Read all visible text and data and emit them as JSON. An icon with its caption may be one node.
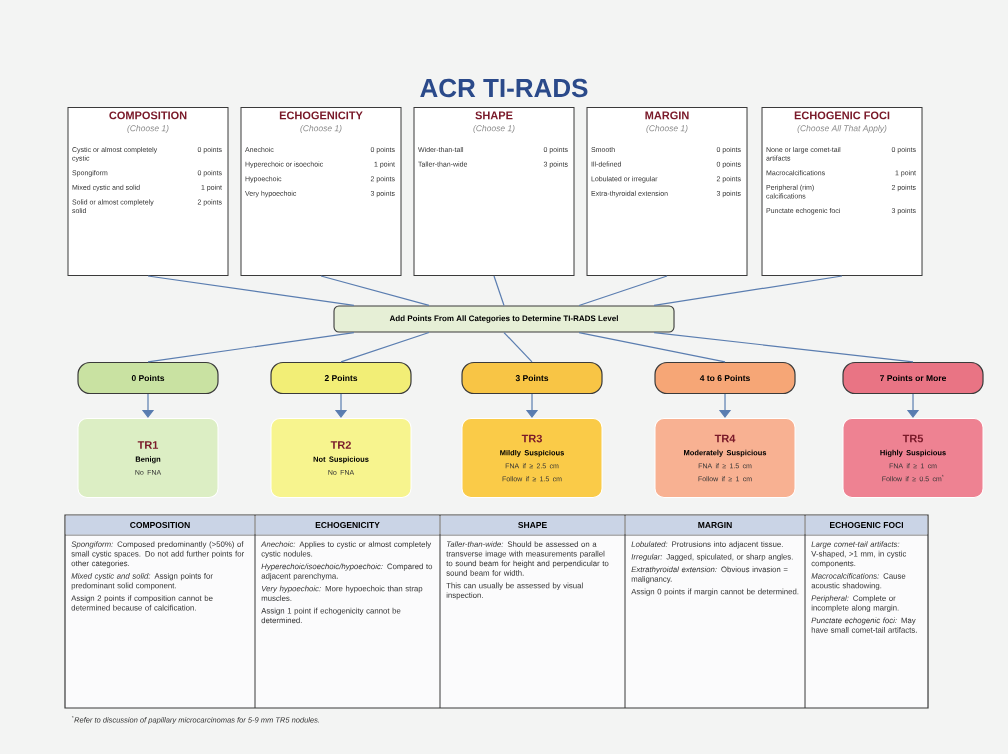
{
  "diagram": {
    "title": "ACR TI-RADS",
    "nodes": [
      {
        "text": [
          "COMPOSITION",
          "(Choose 1)",
          "Cystic or almost completely cystic",
          "0 points",
          "Spongiform",
          "0 points",
          "Mixed cystic and solid",
          "1 point",
          "Solid or almost completely solid",
          "2 points"
        ]
      },
      {
        "text": [
          "ECHOGENICITY",
          "(Choose 1)",
          "Anechoic",
          "0 points",
          "Hyperechoic or isoechoic",
          "1 point",
          "Hypoechoic",
          "2 points",
          "Very hypoechoic",
          "3 points"
        ]
      },
      {
        "text": [
          "SHAPE",
          "(Choose 1)",
          "Wider-than-tall",
          "0 points",
          "Taller-than-wide",
          "3 points"
        ]
      },
      {
        "text": [
          "MARGIN",
          "(Choose 1)",
          "Smooth",
          "0 points",
          "Ill-defined",
          "0 points",
          "Lobulated or irregular",
          "2 points",
          "Extra-thyroidal extension",
          "3 points"
        ]
      },
      {
        "text": [
          "ECHOGENIC FOCI",
          "(Choose All That Apply)",
          "None or large comet-tail artifacts",
          "0 points",
          "Macrocalcifications",
          "1 point",
          "Peripheral (rim) calcifications",
          "2 points",
          "Punctate echogenic foci",
          "3 points"
        ]
      },
      {
        "text": [
          "Add Points From All Categories to Determine TI-RADS Level"
        ]
      },
      {
        "text": [
          "0 Points"
        ]
      },
      {
        "text": [
          "2 Points"
        ]
      },
      {
        "text": [
          "3 Points"
        ]
      },
      {
        "text": [
          "4 to 6 Points"
        ]
      },
      {
        "text": [
          "7 Points or More"
        ]
      },
      {
        "text": [
          "TR1",
          "Benign",
          "No FNA"
        ]
      },
      {
        "text": [
          "TR2",
          "Not Suspicious",
          "No FNA"
        ]
      },
      {
        "text": [
          "TR3",
          "Mildly Suspicious",
          "FNA if ≥ 2.5 cm",
          "Follow if ≥ 1.5 cm"
        ]
      },
      {
        "text": [
          "TR4",
          "Moderately Suspicious",
          "FNA if ≥ 1.5 cm",
          "Follow if ≥ 1 cm"
        ]
      },
      {
        "text": [
          "TR5",
          "Highly Suspicious",
          "FNA if ≥ 1 cm",
          "Follow if ≥ 0.5 cm$^{*}$"
        ]
      }
    ],
    "edges": [
      {
        "from": 0,
        "to": 5,
        "arrow": "none"
      },
      {
        "from": 1,
        "to": 5,
        "arrow": "none"
      },
      {
        "from": 2,
        "to": 5,
        "arrow": "none"
      },
      {
        "from": 3,
        "to": 5,
        "arrow": "none"
      },
      {
        "from": 4,
        "to": 5,
        "arrow": "none"
      },
      {
        "from": 5,
        "to": 6,
        "arrow": "none"
      },
      {
        "from": 5,
        "to": 7,
        "arrow": "none"
      },
      {
        "from": 5,
        "to": 8,
        "arrow": "none"
      },
      {
        "from": 5,
        "to": 9,
        "arrow": "none"
      },
      {
        "from": 5,
        "to": 10,
        "arrow": "none"
      },
      {
        "from": 6,
        "to": 11,
        "arrow": "to",
        "color": "#5a7db0"
      },
      {
        "from": 7,
        "to": 12,
        "arrow": "to",
        "color": "#5a7db0"
      },
      {
        "from": 8,
        "to": 13,
        "arrow": "to",
        "color": "#5a7db0"
      },
      {
        "from": 9,
        "to": 14,
        "arrow": "to",
        "color": "#5a7db0"
      },
      {
        "from": 10,
        "to": 15,
        "arrow": "to",
        "color": "#5a7db0"
      }
    ],
    "labels": [
      "COMPOSITION",
      "ECHOGENICITY",
      "SHAPE",
      "MARGIN",
      "ECHOGENIC FOCI",
      "*Spongiform:* Composed predominantly (>50%) of small cystic spaces. Do not add further points for other categories.",
      "*Mixed cystic and solid:* Assign points for predominant solid component.",
      "Assign 2 points if composition cannot be determined because of calcification.",
      "*Anechoic:* Applies to cystic or almost completely cystic nodules.",
      "*Hyperechoic/isoechoic/hypoechoic:* Compared to adjacent parenchyma.",
      "*Very hypoechoic:* More hypoechoic than strap muscles.",
      "Assign 1 point if echogenicity cannot be determined.",
      "*Taller-than-wide:* Should be assessed on a transverse image with measurements parallel to sound beam for height and perpendicular to sound beam for width.",
      "This can usually be assessed by visual inspection.",
      "*Lobulated:* Protrusions into adjacent tissue.",
      "*Irregular:* Jagged, spiculated, or sharp angles.",
      "*Extrathyroidal extension:* Obvious invasion = malignancy.",
      "Assign 0 points if margin cannot be determined.",
      "*Large comet-tail artifacts:* V-shaped, >1 mm, in cystic components.",
      "*Macrocalcifications:* Cause acoustic shadowing.",
      "*Peripheral:* Complete or incomplete along margin.",
      "*Punctate echogenic foci:* May have small comet-tail artifacts.",
      "$^{*}$Refer to discussion of papillary microcarcinomas for 5-9 mm TR5 nodules."
    ]
  }
}
